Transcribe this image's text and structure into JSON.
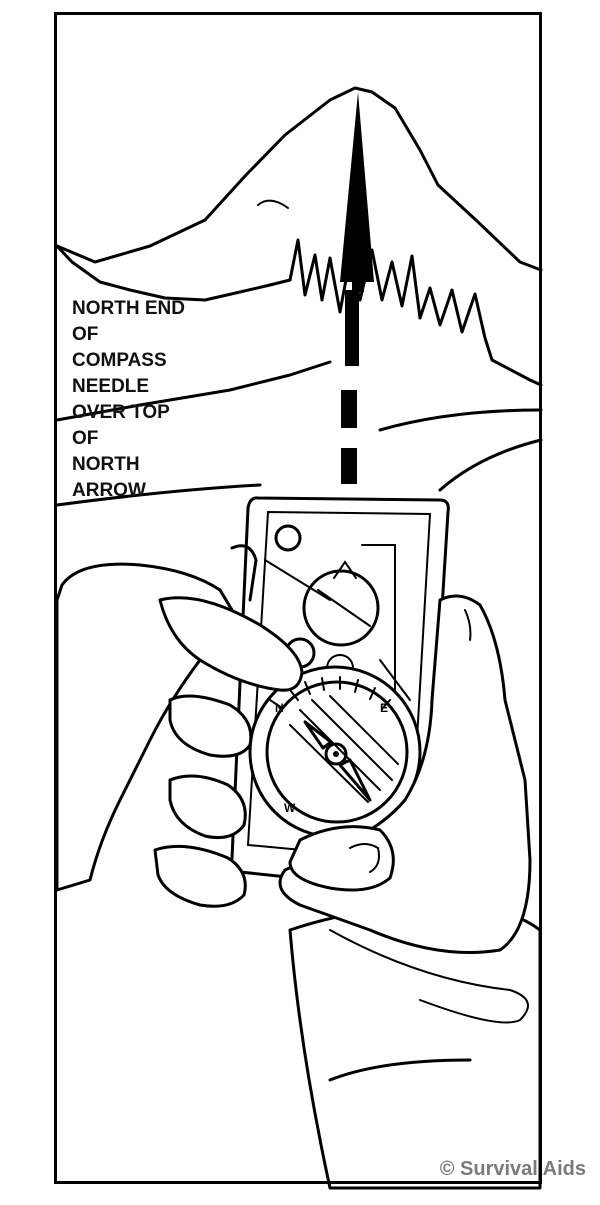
{
  "caption": {
    "lines": [
      "NORTH END",
      "OF",
      "COMPASS",
      "NEEDLE",
      "OVER TOP",
      "OF",
      "NORTH",
      "ARROW"
    ]
  },
  "credit": "© Survival Aids",
  "compass": {
    "dial_labels": {
      "n": "N",
      "e": "E",
      "w": "W"
    }
  },
  "icons": [
    "mountain-icon",
    "compass-icon",
    "north-arrow-icon",
    "hand-icon"
  ],
  "colors": {
    "line": "#000000",
    "background": "#ffffff",
    "credit": "#7a7a7a"
  }
}
